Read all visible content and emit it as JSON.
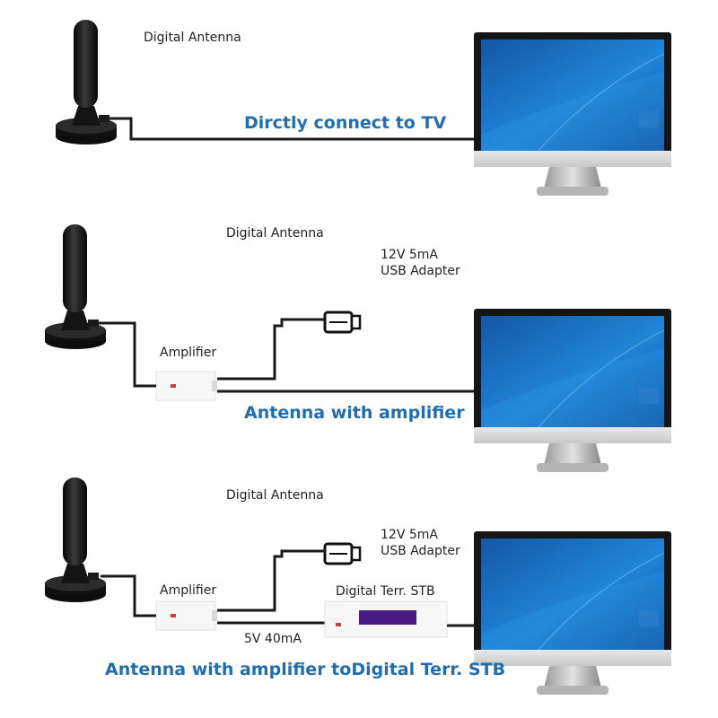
{
  "panels": [
    {
      "antenna_label": "Digital Antenna",
      "caption": "Dirctly connect to TV"
    },
    {
      "antenna_label": "Digital Antenna",
      "adapter_label_line1": "12V 5mA",
      "adapter_label_line2": "USB Adapter",
      "amplifier_label": "Amplifier",
      "caption": "Antenna with amplifier"
    },
    {
      "antenna_label": "Digital Antenna",
      "adapter_label_line1": "12V 5mA",
      "adapter_label_line2": "USB Adapter",
      "amplifier_label": "Amplifier",
      "stb_label": "Digital Terr. STB",
      "power_label": "5V 40mA",
      "caption": "Antenna with amplifier toDigital Terr. STB"
    }
  ],
  "colors": {
    "caption_blue": "#1f6fb0",
    "cable": "#1a1a1a",
    "screen_blue": "#1a73c9",
    "stb_display": "#4a1c82"
  },
  "icons": [
    "antenna-icon",
    "amplifier-icon",
    "usb-plug-icon",
    "monitor-icon",
    "set-top-box-icon"
  ]
}
